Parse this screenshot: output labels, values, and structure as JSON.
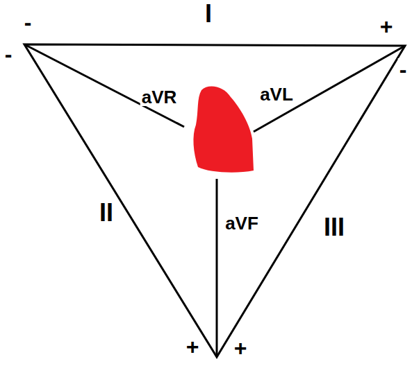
{
  "diagram": {
    "labels": [
      "I",
      "-",
      "+",
      "-",
      "aVR",
      "aVL",
      "-",
      "II",
      "aVF",
      "III",
      "+",
      "+"
    ]
  }
}
